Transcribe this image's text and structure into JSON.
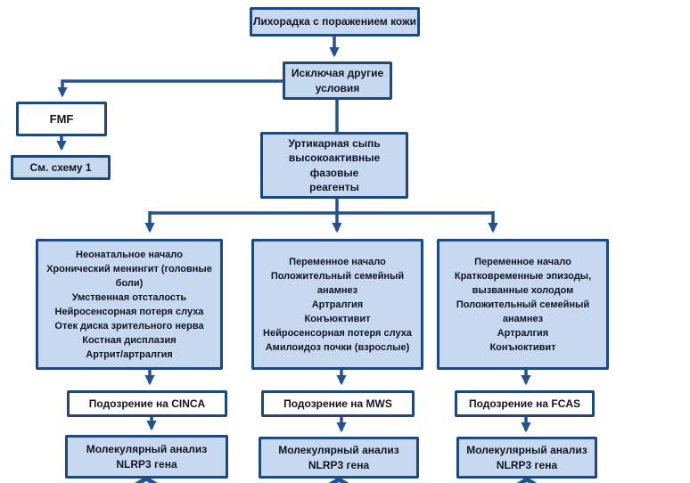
{
  "colors": {
    "box_border": "#1F497D",
    "box_fill_light_blue": "#C6D9F1",
    "box_fill_white": "#FFFFFF",
    "connector": "#24528C",
    "text": "#10151F"
  },
  "flow": {
    "fever": {
      "label": "Лихорадка с поражением кожи"
    },
    "exclude_other": {
      "label": "Исключая другие\nусловия"
    },
    "fmf": {
      "label": "FMF"
    },
    "see_scheme_1": {
      "label": "См. схему 1"
    },
    "urticaria": {
      "label": "Уртикарная сыпь\nвысокоактивные фазовые\nреагенты"
    },
    "columns": [
      {
        "id": "cinca",
        "criteria": "Неонатальное начало\nХронический менингит (головные\nболи)\nУмственная отсталость\nНейросенсорная потеря слуха\nОтек диска зрительного нерва\nКостная дисплазия\nАртрит/артралгия",
        "suspicion": "Подозрение на CINCA",
        "analysis": "Молекулярный анализ\nNLRP3 гена"
      },
      {
        "id": "mws",
        "criteria": "Переменное начало\nПоложительный семейный\nанамнез\nАртралгия\nКонъюктивит\nНейросенсорная потеря слуха\nАмилоидоз почки (взрослые)",
        "suspicion": "Подозрение на MWS",
        "analysis": "Молекулярный анализ\nNLRP3 гена"
      },
      {
        "id": "fcas",
        "criteria": "Переменное начало\nКратковременные эпизоды,\nвызванные холодом\nПоложительный семейный\nанамнез\nАртралгия\nКонъюктивит",
        "suspicion": "Подозрение на FCAS",
        "analysis": "Молекулярный анализ\nNLRP3 гена"
      }
    ]
  }
}
